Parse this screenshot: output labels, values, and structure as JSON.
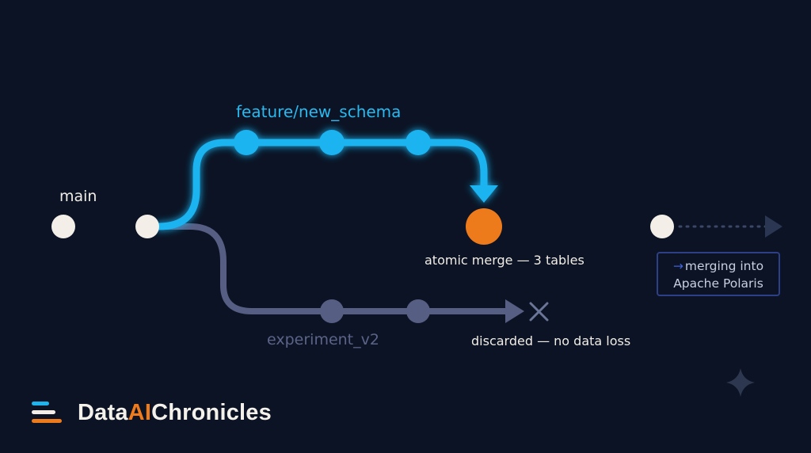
{
  "branches": {
    "main": {
      "label": "main",
      "color": "#f3efe8"
    },
    "feature": {
      "label": "feature/new_schema",
      "color": "#1db4f0"
    },
    "experiment": {
      "label": "experiment_v2",
      "color": "#5b6488"
    }
  },
  "merge": {
    "label": "atomic merge — 3 tables",
    "color": "#ed7b1c"
  },
  "discard": {
    "label": "discarded — no data loss"
  },
  "callout": {
    "arrow": "→",
    "line1": "merging into",
    "line2": "Apache Polaris"
  },
  "brand": {
    "part1": "Data",
    "part2": "AI",
    "part3": "Chronicles"
  },
  "icons": {
    "discard": "x-icon",
    "brand": "brand-bars-icon",
    "sparkle": "sparkle-icon"
  },
  "colors": {
    "background": "#0b1324",
    "accent": "#ed7b1c",
    "callout_border": "#2d3f86"
  }
}
